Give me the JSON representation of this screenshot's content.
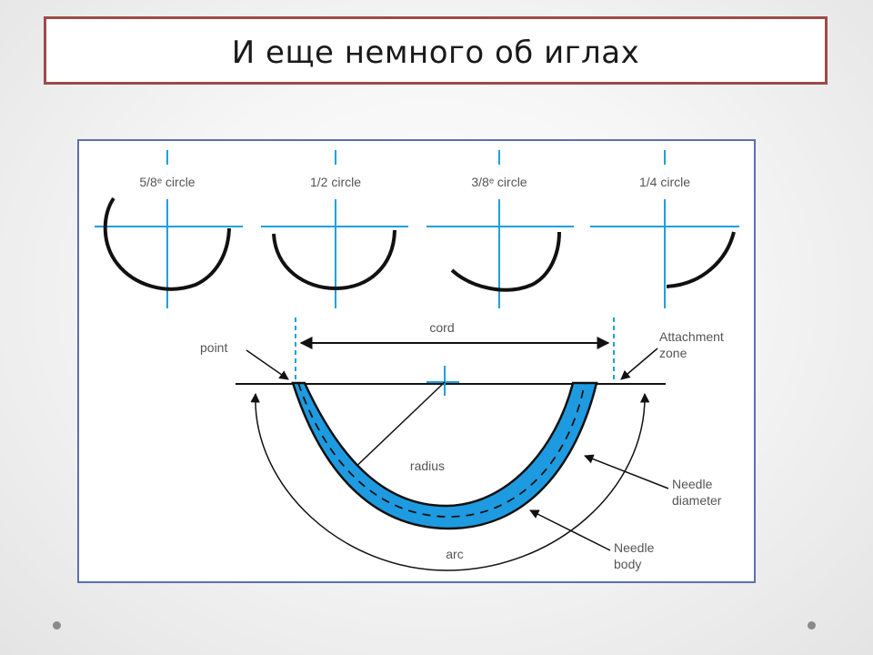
{
  "slide": {
    "title": "И еще немного об иглах"
  },
  "figure": {
    "circle_types": [
      {
        "label": "5/8ᵉ circle"
      },
      {
        "label": "1/2 circle"
      },
      {
        "label": "3/8ᵉ circle"
      },
      {
        "label": "1/4 circle"
      }
    ],
    "labels": {
      "cord": "cord",
      "point": "point",
      "attachment_line1": "Attachment",
      "attachment_line2": "zone",
      "radius": "radius",
      "needle_diameter_line1": "Needle",
      "needle_diameter_line2": "diameter",
      "arc": "arc",
      "needle_body_line1": "Needle",
      "needle_body_line2": "body"
    },
    "colors": {
      "crosshair": "#1ea0dc",
      "needle_fill": "#1e9be0",
      "needle_outline": "#111111"
    }
  }
}
